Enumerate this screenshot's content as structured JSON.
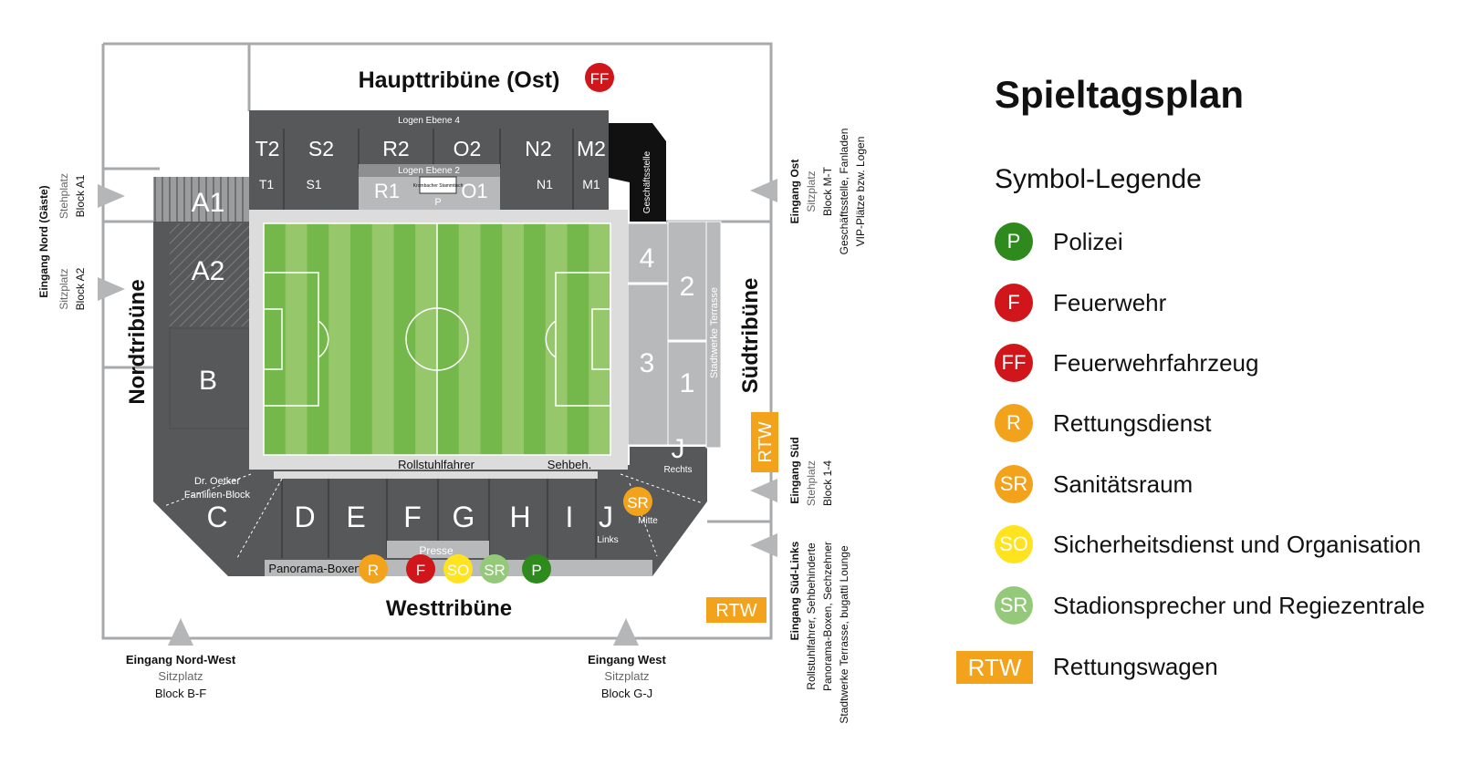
{
  "map": {
    "stands": {
      "east": "Haupttribüne (Ost)",
      "west": "Westtribüne",
      "north": "Nordtribüne",
      "south": "Südtribüne"
    },
    "east_badge": "FF",
    "boxes": {
      "logen4": "Logen Ebene 4",
      "logen2": "Logen Ebene 2",
      "geschaeft": "Geschäftsstelle",
      "stadtwerke": "Stadtwerke Terrasse",
      "krombacher": "Krombacher Stammtisch",
      "krombacher_p": "P",
      "presse": "Presse",
      "panorama": "Panorama-Boxen",
      "rollstuhl": "Rollstuhlfahrer",
      "sehbeh": "Sehbeh.",
      "familien1": "Dr. Oetker",
      "familien2": "Familien-Block",
      "rechts": "Rechts",
      "links": "Links",
      "mitte": "Mitte"
    },
    "blocks": {
      "T2": "T2",
      "S2": "S2",
      "R2": "R2",
      "O2": "O2",
      "N2": "N2",
      "M2": "M2",
      "T1": "T1",
      "S1": "S1",
      "R1": "R1",
      "O1": "O1",
      "N1": "N1",
      "M1": "M1",
      "A1": "A1",
      "A2": "A2",
      "B": "B",
      "C": "C",
      "D": "D",
      "E": "E",
      "F": "F",
      "G": "G",
      "H": "H",
      "I": "I",
      "J": "J",
      "J2": "J",
      "b1": "1",
      "b2": "2",
      "b3": "3",
      "b4": "4"
    },
    "markers": {
      "west": [
        "R",
        "F",
        "SO",
        "SR",
        "P"
      ],
      "sr_mitte": "SR",
      "rtw": "RTW"
    },
    "entrances": {
      "nord_gaeste": {
        "title": "Eingang Nord (Gäste)",
        "l1": "Stehplatz",
        "l2": "Block A1",
        "l3": "Sitzplatz",
        "l4": "Block A2"
      },
      "ost": {
        "title": "Eingang Ost",
        "l1": "Sitzplatz",
        "l2": "Block M-T",
        "l3": "Geschäftsstelle, Fanladen",
        "l4": "VIP-Plätze bzw. Logen"
      },
      "sued": {
        "title": "Eingang Süd",
        "l1": "Stehplatz",
        "l2": "Block 1-4"
      },
      "sued_links": {
        "title": "Eingang Süd-Links",
        "l1": "Rollstuhlfahrer, Sehbehinderte",
        "l2": "Panorama-Boxen, Sechzehner",
        "l3": "Stadtwerke Terrasse, bugatti Lounge"
      },
      "nord_west": {
        "title": "Eingang Nord-West",
        "l1": "Sitzplatz",
        "l2": "Block B-F"
      },
      "west": {
        "title": "Eingang West",
        "l1": "Sitzplatz",
        "l2": "Block G-J"
      }
    }
  },
  "legend": {
    "title": "Spieltagsplan",
    "subtitle": "Symbol-Legende",
    "items": [
      {
        "symbol": "P",
        "label": "Polizei",
        "color": "#2f8a1e"
      },
      {
        "symbol": "F",
        "label": "Feuerwehr",
        "color": "#d0161b"
      },
      {
        "symbol": "FF",
        "label": "Feuerwehrfahrzeug",
        "color": "#d0161b"
      },
      {
        "symbol": "R",
        "label": "Rettungsdienst",
        "color": "#f3a21b"
      },
      {
        "symbol": "SR",
        "label": "Sanitätsraum",
        "color": "#f3a21b"
      },
      {
        "symbol": "SO",
        "label": "Sicherheitsdienst und Organisation",
        "color": "#ffe31f"
      },
      {
        "symbol": "SR",
        "label": "Stadionsprecher und Regiezentrale",
        "color": "#95c97a"
      },
      {
        "symbol": "RTW",
        "label": "Rettungswagen",
        "color": "#f3a21b"
      }
    ]
  },
  "colors": {
    "pitch_dark": "#74b84b",
    "pitch_light": "#96c86b",
    "block": "#56585a",
    "block_light": "#b8b9ba",
    "police": "#2f8a1e",
    "fire": "#d0161b",
    "rescue": "#f3a21b",
    "security": "#ffe31f",
    "speaker": "#95c97a"
  }
}
